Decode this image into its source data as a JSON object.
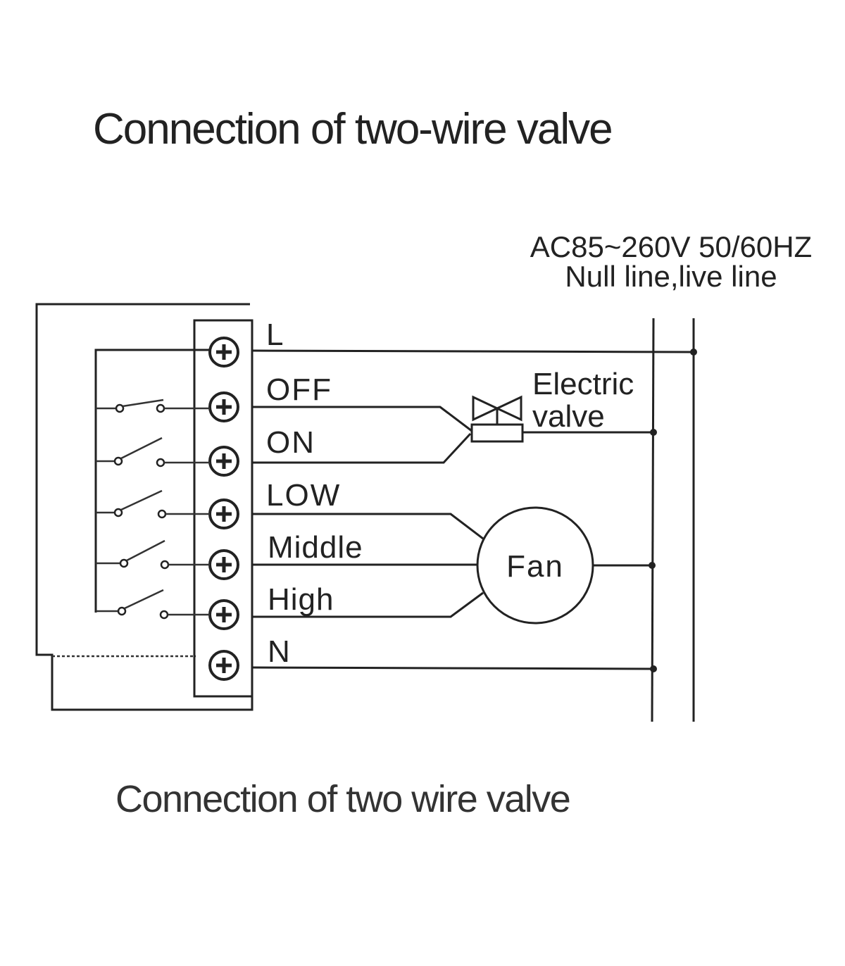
{
  "title": "Connection of two-wire valve",
  "caption": "Connection of two wire valve",
  "power": {
    "line1": "AC85~260V 50/60HZ",
    "line2": "Null line,live line"
  },
  "terminals": {
    "L": "L",
    "OFF": "OFF",
    "ON": "ON",
    "LOW": "LOW",
    "Middle": "Middle",
    "High": "High",
    "N": "N"
  },
  "valve": {
    "line1": "Electric",
    "line2": "valve"
  },
  "fan": {
    "label": "Fan"
  }
}
